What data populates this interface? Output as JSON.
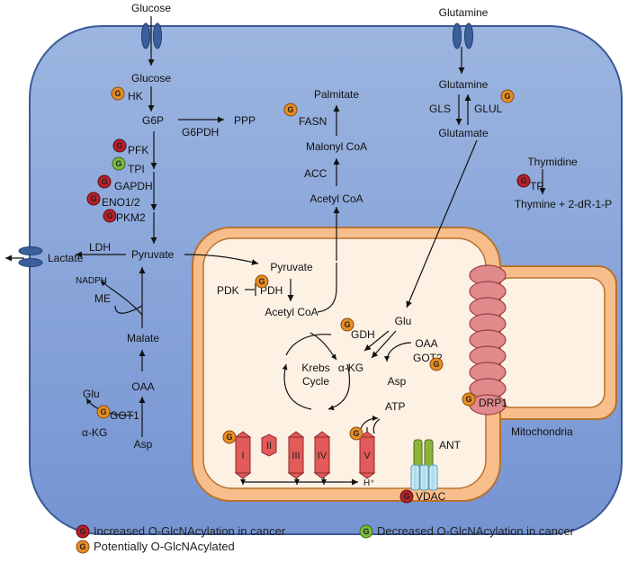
{
  "metabolites": {
    "glucose_out": "Glucose",
    "glucose_in": "Glucose",
    "g6p": "G6P",
    "ppp": "PPP",
    "pyruvate_cyto": "Pyruvate",
    "lactate": "Lactate",
    "malate": "Malate",
    "oaa_cyto": "OAA",
    "glu_cyto": "Glu",
    "akg_cyto": "α-KG",
    "asp_cyto": "Asp",
    "nadph": "NADPH",
    "glutamine_out": "Glutamine",
    "glutamine_in": "Glutamine",
    "glutamate": "Glutamate",
    "palmitate": "Palmitate",
    "malonyl_coa": "Malonyl CoA",
    "acetyl_coa_cyto": "Acetyl CoA",
    "thymidine": "Thymidine",
    "thymine": "Thymine + 2-dR-1-P",
    "pyruvate_mito": "Pyruvate",
    "acetyl_coa_mito": "Acetyl CoA",
    "glu_mito": "Glu",
    "oaa_mito": "OAA",
    "akg_mito": "α-KG",
    "asp_mito": "Asp",
    "krebs_line1": "Krebs",
    "krebs_line2": "Cycle",
    "atp": "ATP",
    "hplus": "H⁺"
  },
  "enzymes": {
    "hk": "HK",
    "g6pdh": "G6PDH",
    "pfk": "PFK",
    "tpi": "TPI",
    "gapdh": "GAPDH",
    "eno": "ENO1/2",
    "pkm2": "PKM2",
    "ldh": "LDH",
    "me": "ME",
    "got1": "GOT1",
    "gls": "GLS",
    "glul": "GLUL",
    "fasn": "FASN",
    "acc": "ACC",
    "tp": "TP",
    "pdk": "PDK",
    "pdh": "PDH",
    "gdh": "GDH",
    "got2": "GOT2",
    "drp1": "DRP1",
    "ant": "ANT",
    "vdac": "VDAC"
  },
  "complexes": [
    "I",
    "II",
    "III",
    "IV",
    "V"
  ],
  "labels": {
    "mitochondria": "Mitochondria",
    "badge_letter": "G"
  },
  "legend": {
    "increased": "Increased O-GlcNAcylation in cancer",
    "decreased": "Decreased O-GlcNAcylation in cancer",
    "potential": "Potentially O-GlcNAcylated"
  },
  "colors": {
    "cell_fill_top": "#94aedd",
    "cell_fill_bottom": "#6f8fd0",
    "cell_stroke": "#3a5a96",
    "mito_outer": "#f7be8b",
    "mito_outer_stroke": "#b8722e",
    "mito_inner": "#fdf1e4",
    "cristae_fill": "#e38b8b",
    "badge_red": "#b8202a",
    "badge_orange": "#e88d24",
    "badge_green": "#7cbb3f",
    "ant_green": "#8db33a",
    "vdac_blue": "#b8e0f0",
    "channel_blue": "#3b5f9c"
  }
}
